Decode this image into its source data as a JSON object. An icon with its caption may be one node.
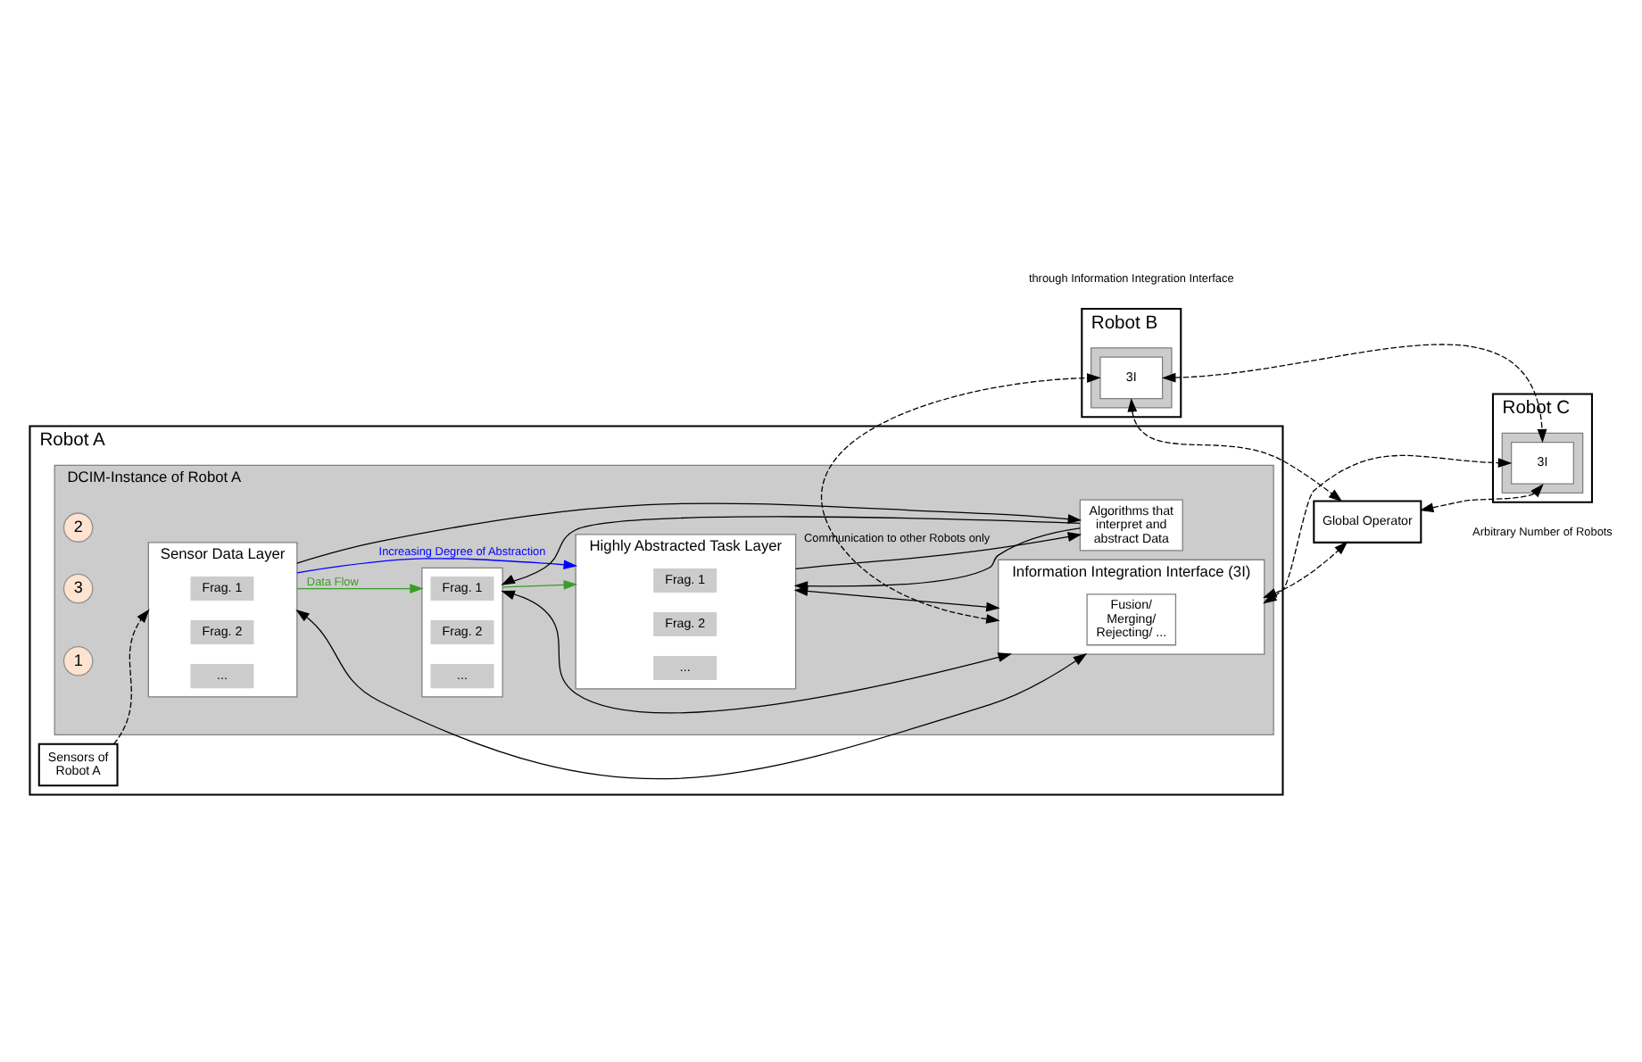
{
  "diagram": {
    "nodes": [
      {
        "text": [
          "Robot A"
        ]
      },
      {
        "text": [
          "DCIM-Instance of Robot A"
        ],
        "in": 0
      },
      {
        "text": [
          "Sensors of Robot A"
        ],
        "in": 0
      },
      {
        "text": [
          "Sensor Data Layer"
        ],
        "in": 1
      },
      {
        "text": [
          "2"
        ],
        "in": 1
      },
      {
        "text": [
          "Frag. 1"
        ],
        "in": 3
      },
      {
        "text": [
          "Frag. 2"
        ],
        "in": 3
      },
      {
        "text": [
          "..."
        ],
        "in": 3
      },
      {
        "text": [],
        "shape": "box",
        "in": 1
      },
      {
        "text": [
          "Frag. 1"
        ],
        "in": 8
      },
      {
        "text": [
          "Frag. 2"
        ],
        "in": 8
      },
      {
        "text": [
          "..."
        ],
        "in": 8
      },
      {
        "text": [
          "Highly Abstracted Task Layer"
        ],
        "in": 1
      },
      {
        "text": [
          "Frag. 1"
        ],
        "in": 12
      },
      {
        "text": [
          "Frag. 2"
        ],
        "in": 12
      },
      {
        "text": [
          "..."
        ],
        "in": 12
      },
      {
        "text": [
          "Algorithms that interpret and abstract Data"
        ],
        "in": 1
      },
      {
        "text": [
          "3"
        ],
        "in": 1
      },
      {
        "text": [
          "Information Integration Interface (3I)"
        ],
        "in": 1
      },
      {
        "text": [
          "1"
        ],
        "in": 1
      },
      {
        "text": [
          "Fusion/ Merging/ Rejecting/ ..."
        ],
        "in": 18
      },
      {
        "text": [
          "Robot B"
        ]
      },
      {
        "text": [],
        "shape": "box",
        "in": 21
      },
      {
        "text": [
          "3I"
        ],
        "in": 22
      },
      {
        "text": [
          "Global Operator"
        ]
      },
      {
        "text": [
          "Robot C"
        ]
      },
      {
        "text": [],
        "shape": "box",
        "in": 25
      },
      {
        "text": [
          "3I"
        ],
        "in": 26
      }
    ],
    "edges": [
      {
        "from": 2,
        "to": 3,
        "arrow": "to",
        "style": "dashed"
      },
      {
        "from": 3,
        "to": 18,
        "arrow": "both"
      },
      {
        "from": 8,
        "to": 18,
        "arrow": "both"
      },
      {
        "from": 12,
        "to": 18,
        "arrow": "both"
      },
      {
        "from": 3,
        "to": 16,
        "arrow": "to"
      },
      {
        "from": 16,
        "to": 8,
        "arrow": "to"
      },
      {
        "from": 12,
        "to": 16,
        "arrow": "to"
      },
      {
        "from": 16,
        "to": 12,
        "arrow": "to"
      },
      {
        "from": 3,
        "to": 12,
        "arrow": "to",
        "label": "Increasing Degree of Abstraction",
        "color": "#0000ff"
      },
      {
        "from": 3,
        "to": 8,
        "arrow": "to",
        "label": "Data Flow",
        "color": "#3a9c2a"
      },
      {
        "from": 8,
        "to": 12,
        "arrow": "to",
        "color": "#3a9c2a"
      },
      {
        "from": 18,
        "to": 23,
        "arrow": "both",
        "style": "dashed",
        "label": "Communication to other Robots only"
      },
      {
        "from": 18,
        "to": 27,
        "arrow": "both",
        "style": "dashed"
      },
      {
        "from": 18,
        "to": 24,
        "arrow": "both",
        "style": "dashed"
      },
      {
        "from": 23,
        "to": 24,
        "arrow": "both",
        "style": "dashed"
      },
      {
        "from": 24,
        "to": 27,
        "arrow": "both",
        "style": "dashed"
      },
      {
        "from": 23,
        "to": 27,
        "arrow": "both",
        "style": "dashed"
      }
    ],
    "labels": [
      "through Information Integration Interface",
      "Arbitrary Number of Robots"
    ]
  }
}
